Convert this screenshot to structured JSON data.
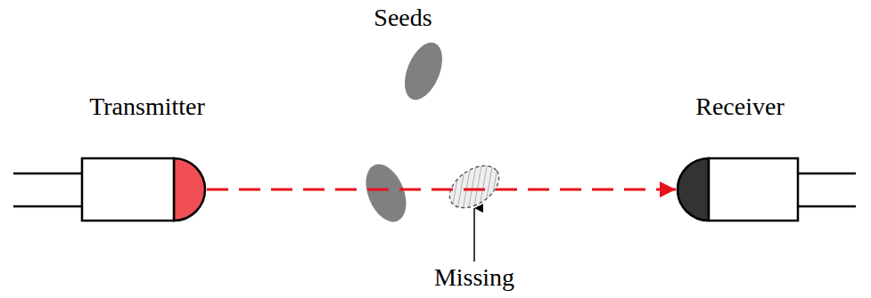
{
  "diagram": {
    "nodes": [
      {
        "text": [
          "Transmitter"
        ]
      },
      {
        "text": [
          "Receiver"
        ]
      }
    ],
    "edges": [
      {
        "from": 0,
        "to": 1,
        "arrow": "to"
      }
    ],
    "labels": [
      "Seeds",
      "Missing"
    ]
  }
}
